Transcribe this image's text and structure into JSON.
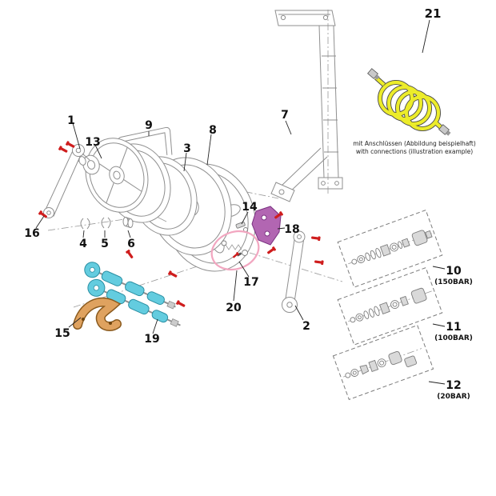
{
  "diagram": {
    "type": "exploded-parts-diagram",
    "callouts": {
      "p1": "1",
      "p2": "2",
      "p3": "3",
      "p4": "4",
      "p5": "5",
      "p6": "6",
      "p7": "7",
      "p8": "8",
      "p9": "9",
      "p10": "10",
      "p11": "11",
      "p12": "12",
      "p13": "13",
      "p14": "14",
      "p15": "15",
      "p16": "16",
      "p17": "17",
      "p18": "18",
      "p19": "19",
      "p20": "20",
      "p21": "21"
    },
    "pressure_labels": {
      "p10": "(150BAR)",
      "p11": "(100BAR)",
      "p12": "(20BAR)"
    },
    "hose_note": {
      "line1_de": "mit Anschlüssen (Abbildung beispielhaft)",
      "line2_en": "with connections (illustration example)"
    },
    "colors": {
      "outline": "#8f8f8f",
      "dark": "#1c1c1c",
      "screw_red": "#cf1d1d",
      "hose_yellow": "#ecec2a",
      "bracket_purple": "#b266b2",
      "highlight_pink": "#f2a6c0",
      "roller_cyan": "#63ccdf",
      "guide_orange": "#dfa25f"
    }
  }
}
